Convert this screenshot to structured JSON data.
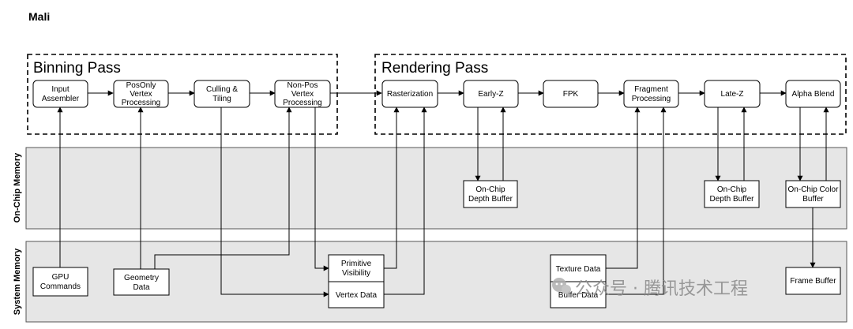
{
  "title": "Mali",
  "passes": {
    "binning": "Binning Pass",
    "rendering": "Rendering Pass"
  },
  "regions": {
    "on_chip": "On-Chip Memory",
    "system": "System Memory"
  },
  "stages": {
    "input_assembler": [
      "Input",
      "Assembler"
    ],
    "posonly_vertex": [
      "PosOnly",
      "Vertex",
      "Processing"
    ],
    "culling_tiling": [
      "Culling &",
      "Tiling"
    ],
    "nonpos_vertex": [
      "Non-Pos",
      "Vertex",
      "Processing"
    ],
    "rasterization": [
      "Rasterization"
    ],
    "early_z": [
      "Early-Z"
    ],
    "fpk": [
      "FPK"
    ],
    "fragment_processing": [
      "Fragment",
      "Processing"
    ],
    "late_z": [
      "Late-Z"
    ],
    "alpha_blend": [
      "Alpha Blend"
    ]
  },
  "onchip_buffers": {
    "early_depth": [
      "On-Chip",
      "Depth Buffer"
    ],
    "late_depth": [
      "On-Chip",
      "Depth Buffer"
    ],
    "color": [
      "On-Chip Color",
      "Buffer"
    ]
  },
  "system_items": {
    "gpu_commands": [
      "GPU",
      "Commands"
    ],
    "geometry_data": [
      "Geometry",
      "Data"
    ],
    "primitive_visibility": [
      "Primitive",
      "Visibility"
    ],
    "vertex_data": [
      "Vertex Data"
    ],
    "texture_data": [
      "Texture Data"
    ],
    "buffer_data": [
      "Buffer Data"
    ],
    "frame_buffer": [
      "Frame Buffer"
    ]
  },
  "watermark": "公众号 · 腾讯技术工程"
}
